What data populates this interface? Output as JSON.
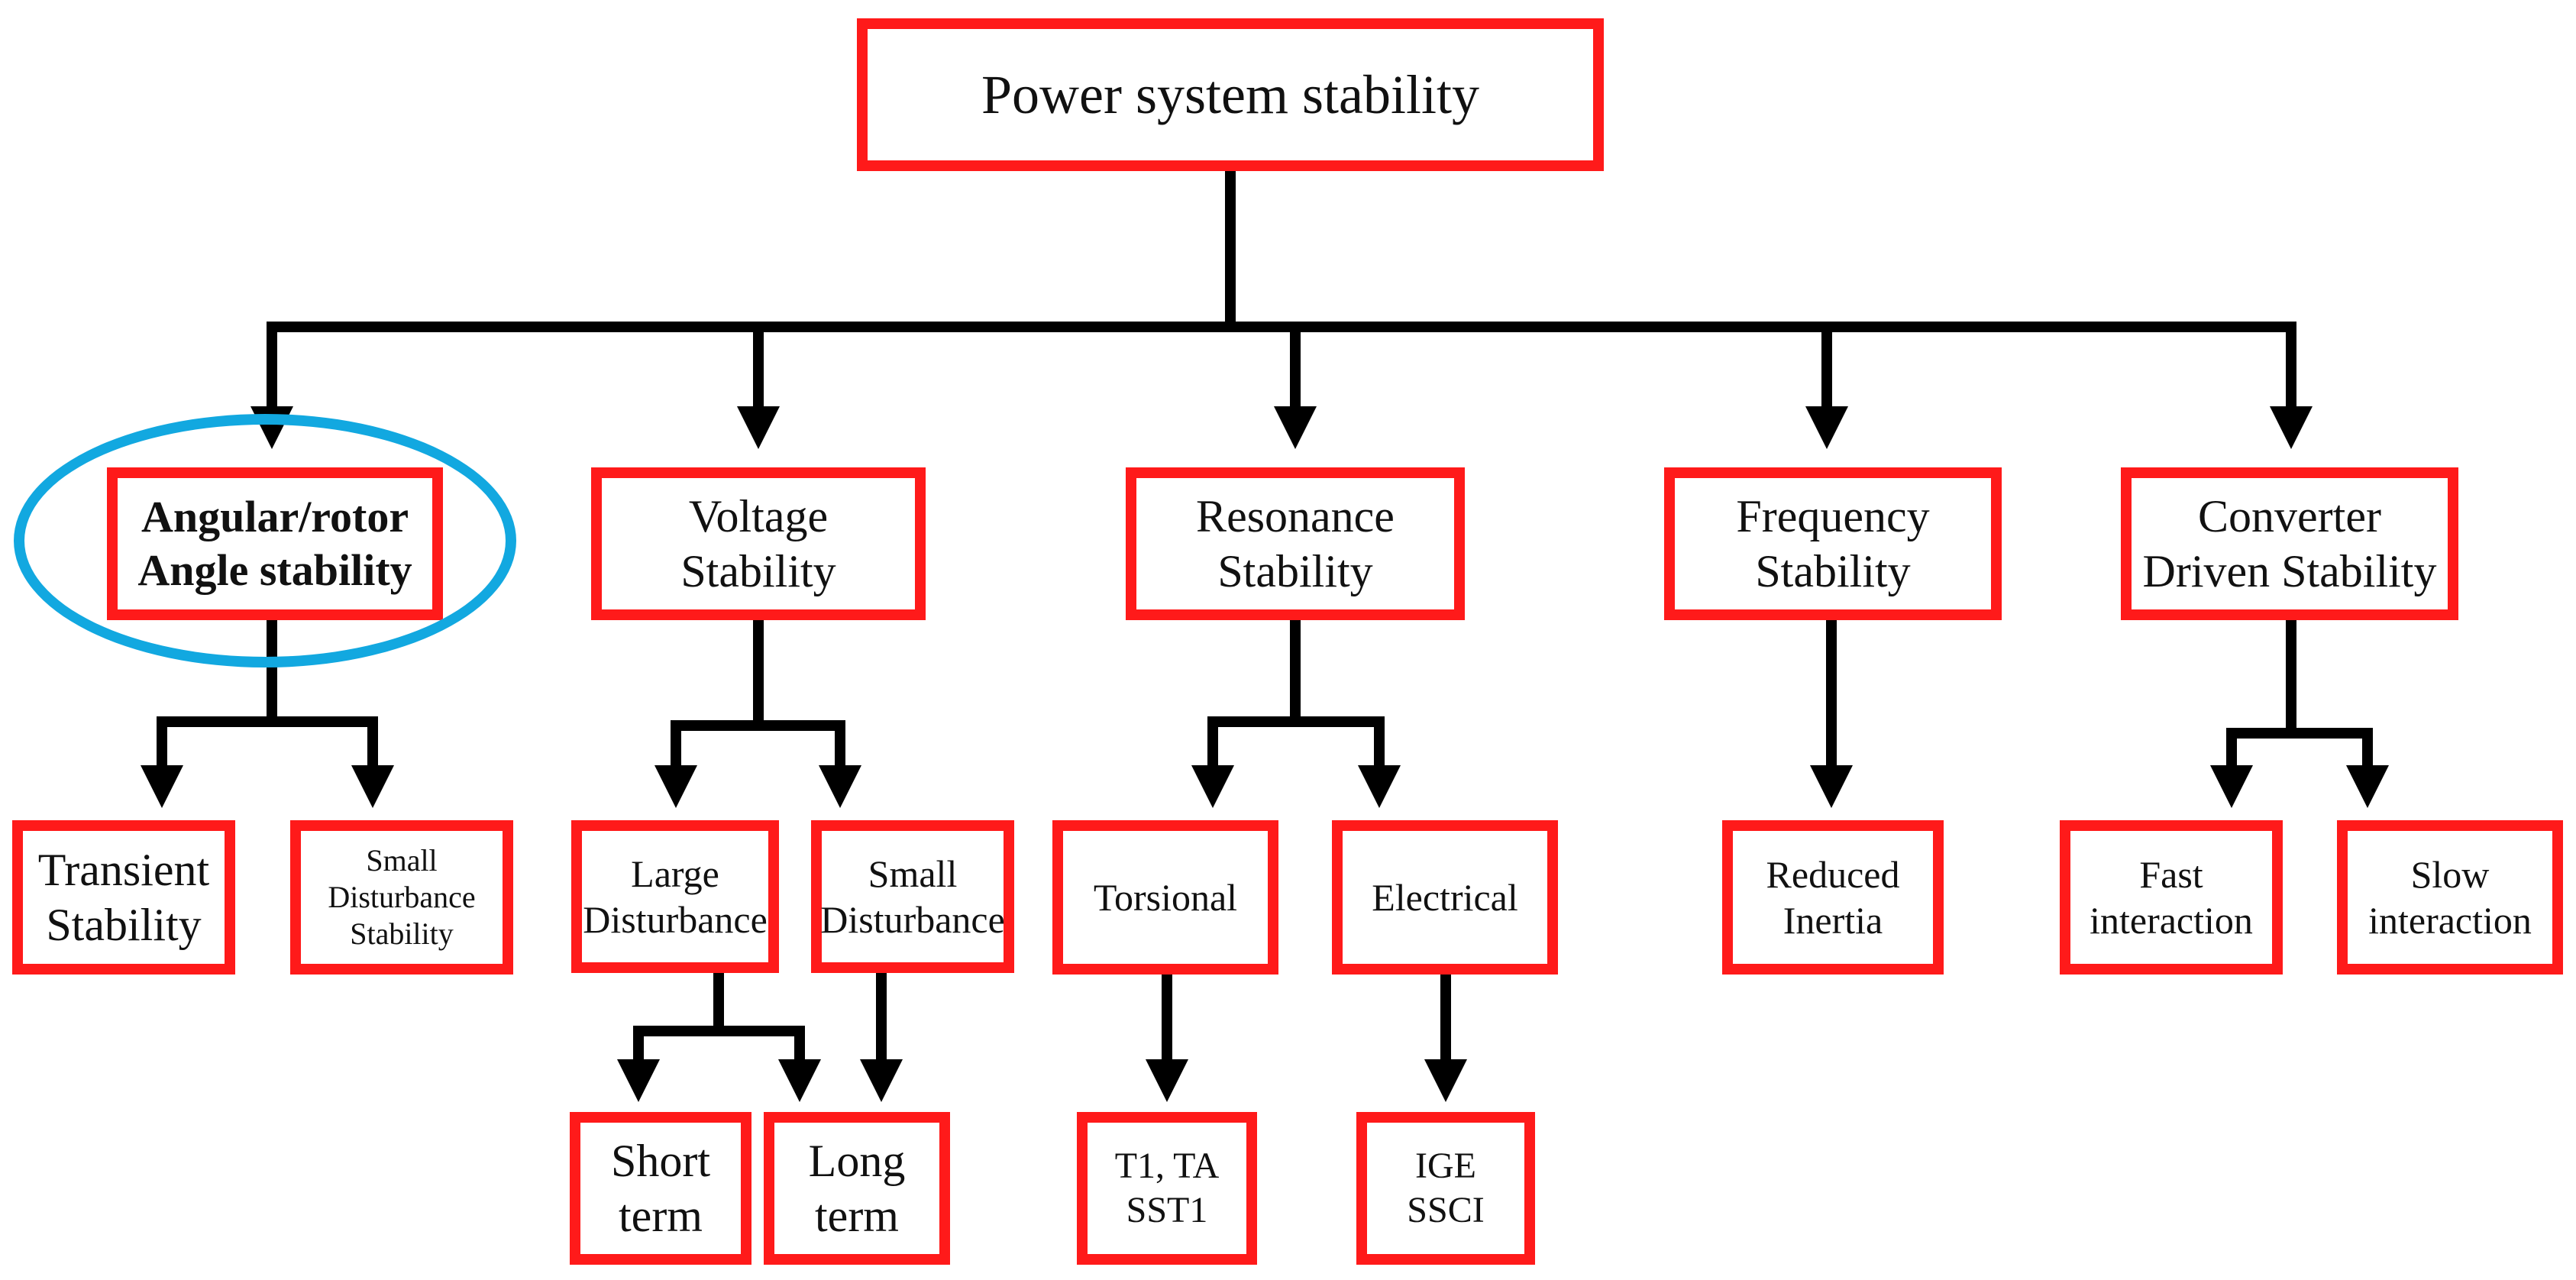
{
  "diagram": {
    "root": "Power system stability",
    "categories": {
      "angular": "Angular/rotor Angle stability",
      "voltage": "Voltage Stability",
      "resonance": "Resonance Stability",
      "frequency": "Frequency Stability",
      "converter": "Converter Driven Stability"
    },
    "subcategories": {
      "transient": "Transient Stability",
      "small_disturbance_angle": "Small Disturbance Stability",
      "large_disturbance": "Large Disturbance",
      "small_disturbance_voltage": "Small Disturbance",
      "torsional": "Torsional",
      "electrical": "Electrical",
      "reduced_inertia": "Reduced Inertia",
      "fast_interaction": "Fast interaction",
      "slow_interaction": "Slow interaction"
    },
    "leaves": {
      "short_term": "Short term",
      "long_term": "Long term",
      "torsional_types": "T1, TA SST1",
      "electrical_types": "IGE SSCI"
    },
    "colors": {
      "box_border": "#ff1a1a",
      "connector": "#000000",
      "highlight": "#12a8e0"
    },
    "highlighted_node": "angular"
  }
}
